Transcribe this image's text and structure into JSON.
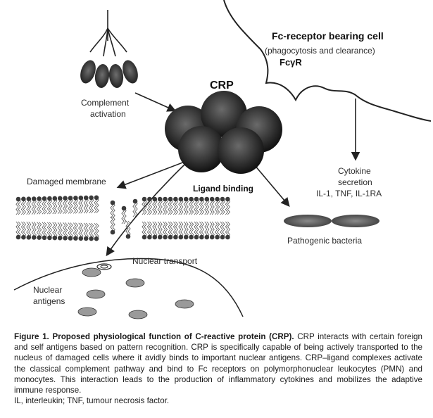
{
  "diagram": {
    "crp_label": "CRP",
    "fc_cell_title": "Fc-receptor bearing cell",
    "fc_cell_subtitle": "(phagocytosis and clearance)",
    "fc_gamma_r": "FcγR",
    "complement_line1": "Complement",
    "complement_line2": "activation",
    "cytokine_line1": "Cytokine",
    "cytokine_line2": "secretion",
    "cytokine_line3": "IL-1, TNF, IL-1RA",
    "damaged_membrane": "Damaged membrane",
    "ligand_binding": "Ligand binding",
    "pathogenic_bacteria": "Pathogenic bacteria",
    "nuclear_transport": "Nuclear transport",
    "nuclear_line1": "Nuclear",
    "nuclear_line2": "antigens",
    "colors": {
      "crp_sphere_center": "#6a6a6a",
      "crp_sphere_edge": "#111111",
      "bacteria": "#3a3a3a",
      "antigen": "#9a9a9a",
      "lines": "#222222"
    }
  },
  "caption": {
    "figure_label": "Figure 1.",
    "title": "Proposed physiological function of C-reactive protein (CRP).",
    "body": "CRP interacts with certain foreign and self antigens based on pattern recognition. CRP is specifically capable of being actively transported to the nucleus of damaged cells where it avidly binds to important nuclear antigens. CRP–ligand complexes activate the classical complement pathway and bind to Fc receptors on polymorphonuclear leukocytes (PMN) and monocytes. This interaction leads to the production of inflammatory cytokines and mobilizes the adaptive immune response.",
    "abbreviations": "IL, interleukin; TNF, tumour necrosis factor."
  }
}
